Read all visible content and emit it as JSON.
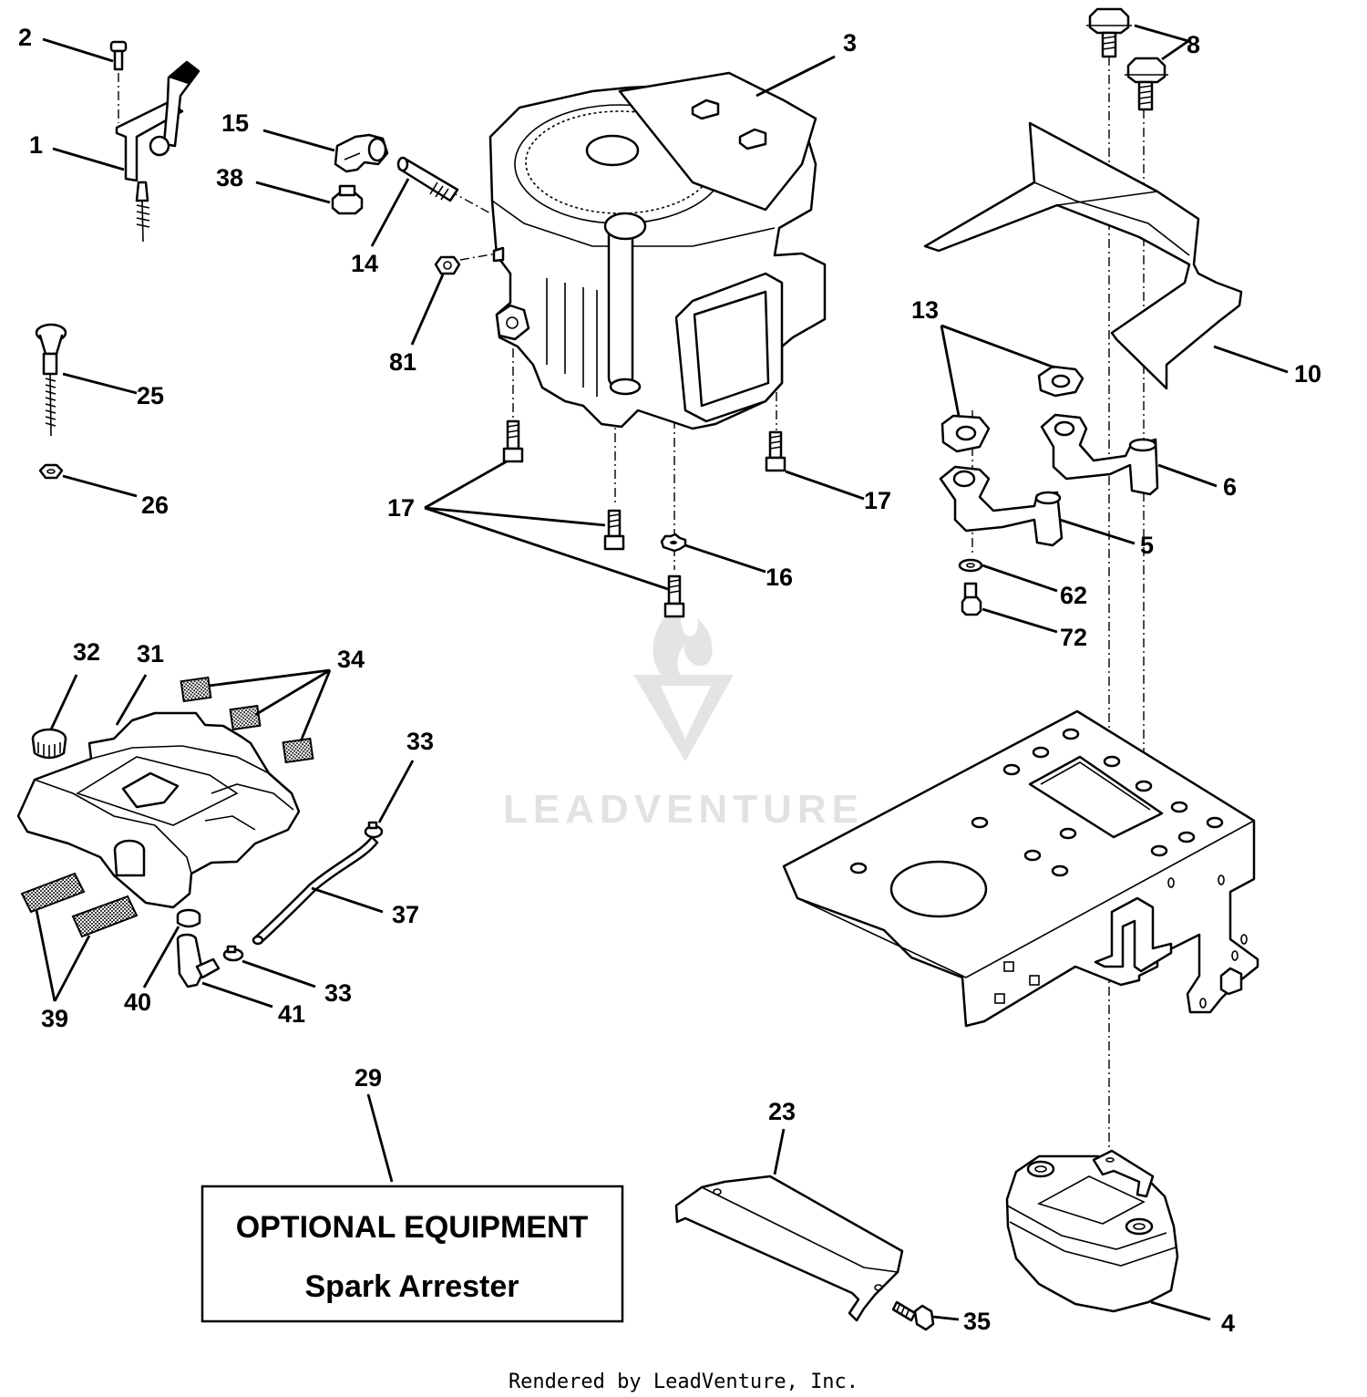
{
  "labels": {
    "p1": "1",
    "p2": "2",
    "p3": "3",
    "p4": "4",
    "p5": "5",
    "p6": "6",
    "p8": "8",
    "p10": "10",
    "p13": "13",
    "p14": "14",
    "p15": "15",
    "p16": "16",
    "p17": "17",
    "p23": "23",
    "p25": "25",
    "p26": "26",
    "p29": "29",
    "p31": "31",
    "p32": "32",
    "p33": "33",
    "p34": "34",
    "p35": "35",
    "p37": "37",
    "p38": "38",
    "p39": "39",
    "p40": "40",
    "p41": "41",
    "p62": "62",
    "p72": "72",
    "p81": "81"
  },
  "optional_box": {
    "line1": "OPTIONAL EQUIPMENT",
    "line2": "Spark Arrester"
  },
  "watermark": "LEADVENTURE",
  "footer": "Rendered by LeadVenture, Inc."
}
